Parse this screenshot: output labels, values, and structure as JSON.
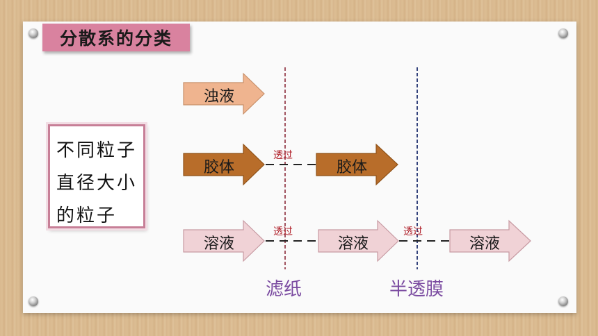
{
  "title": "分散系的分类",
  "side_box": {
    "lines": [
      "不同粒子",
      "直径大小",
      "的粒子"
    ]
  },
  "rows": {
    "turbid": {
      "label": "浊液"
    },
    "colloid": {
      "label_left": "胶体",
      "pass_label": "透过",
      "label_right": "胶体"
    },
    "solution": {
      "label_left": "溶液",
      "pass_label_1": "透过",
      "label_mid": "溶液",
      "pass_label_2": "透过",
      "label_right": "溶液"
    }
  },
  "barriers": {
    "filter_paper": "滤纸",
    "semipermeable_membrane": "半透膜"
  },
  "colors": {
    "turbid_arrow": "#efb48f",
    "colloid_arrow": "#b86d2a",
    "solution_arrow": "#f0d2d6",
    "filter_line": "#8b2a3a",
    "membrane_line": "#1f2f6f",
    "title_bg": "#d9829f"
  }
}
